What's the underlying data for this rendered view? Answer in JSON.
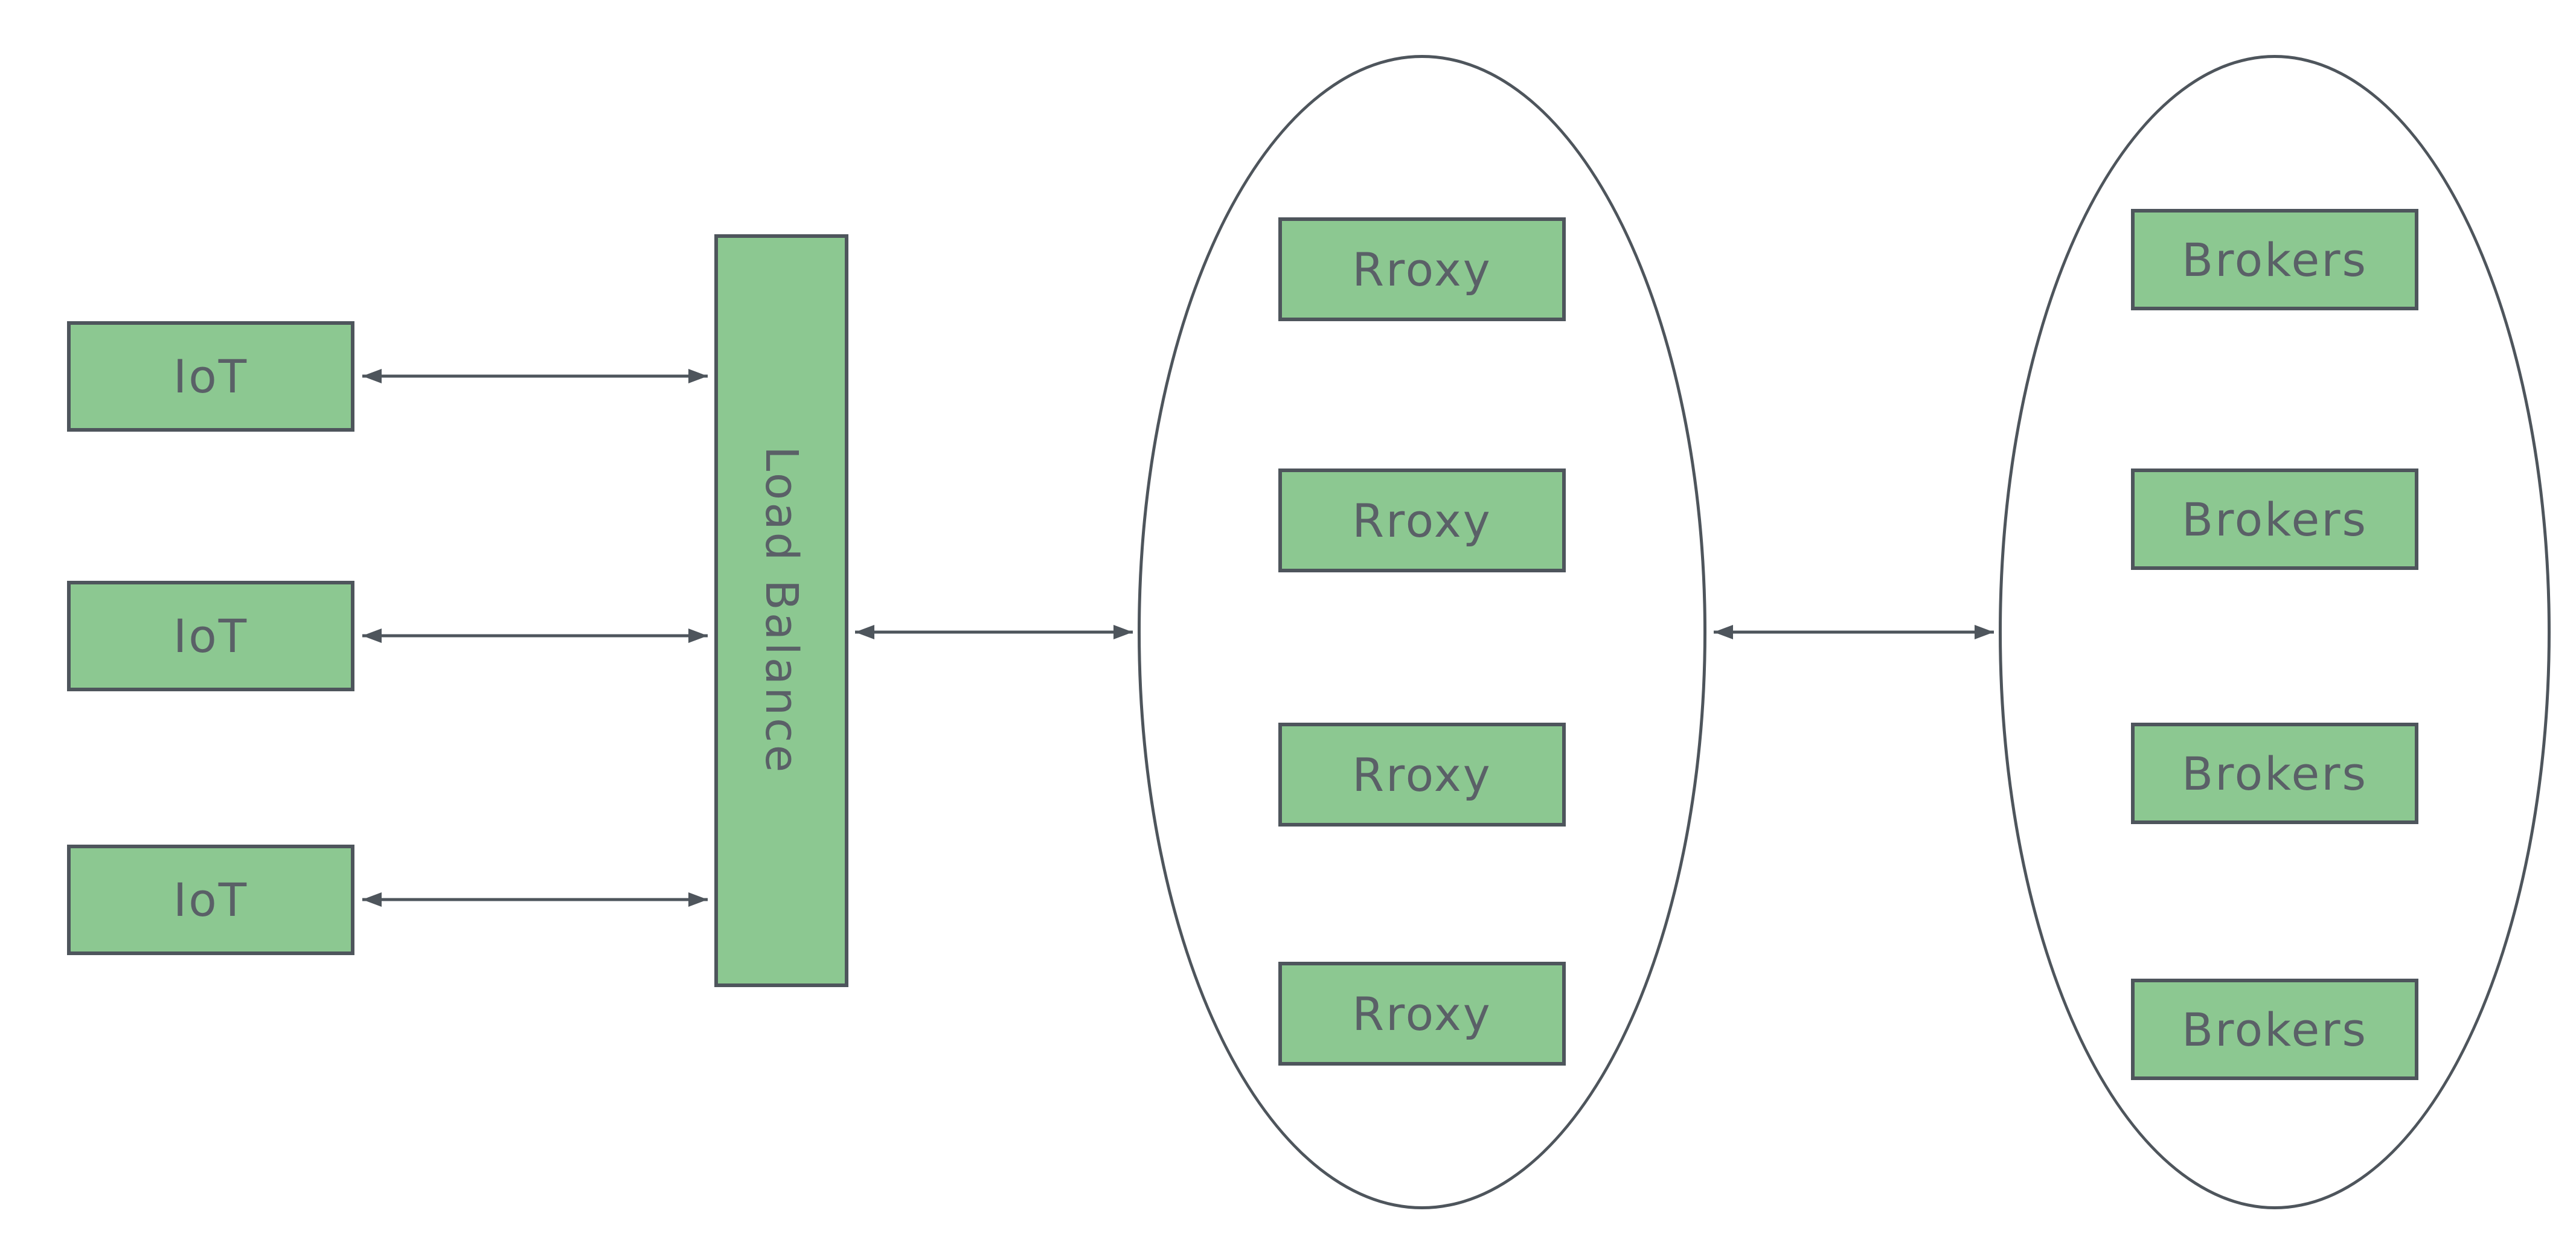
{
  "colors": {
    "background": "#ffffff",
    "node_fill": "#8cc891",
    "node_border": "#4e555c",
    "text": "#5a6067",
    "connector": "#4e555c"
  },
  "diagram": {
    "iot_nodes": [
      "IoT",
      "IoT",
      "IoT"
    ],
    "load_balancer": "Load Balance",
    "proxy_nodes": [
      "Rroxy",
      "Rroxy",
      "Rroxy",
      "Rroxy"
    ],
    "broker_nodes": [
      "Brokers",
      "Brokers",
      "Brokers",
      "Brokers"
    ]
  }
}
